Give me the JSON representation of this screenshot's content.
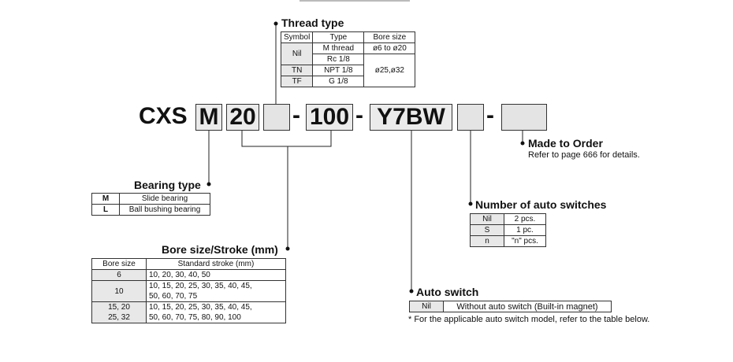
{
  "code": {
    "prefix": "CXS",
    "boxes": [
      "M",
      "20",
      "",
      "100",
      "Y7BW",
      "",
      ""
    ],
    "dash": "-"
  },
  "thread_type": {
    "heading": "Thread type",
    "headers": [
      "Symbol",
      "Type",
      "Bore size"
    ],
    "rows": [
      {
        "symbol": "Nil",
        "type": "M thread",
        "bore": "ø6 to ø20"
      },
      {
        "symbol": "",
        "type": "Rc 1/8",
        "bore": ""
      },
      {
        "symbol": "TN",
        "type": "NPT 1/8",
        "bore": "ø25,ø32"
      },
      {
        "symbol": "TF",
        "type": "G 1/8",
        "bore": ""
      }
    ]
  },
  "made_to_order": {
    "heading": "Made to Order",
    "note": "Refer to page 666 for details."
  },
  "bearing_type": {
    "heading": "Bearing type",
    "rows": [
      {
        "symbol": "M",
        "desc": "Slide bearing"
      },
      {
        "symbol": "L",
        "desc": "Ball bushing bearing"
      }
    ]
  },
  "auto_switch_count": {
    "heading": "Number of auto switches",
    "rows": [
      {
        "symbol": "Nil",
        "desc": "2 pcs."
      },
      {
        "symbol": "S",
        "desc": "1 pc."
      },
      {
        "symbol": "n",
        "desc": "\"n\" pcs."
      }
    ]
  },
  "bore_stroke": {
    "heading": "Bore size/Stroke (mm)",
    "headers": [
      "Bore size",
      "Standard stroke (mm)"
    ],
    "rows": [
      {
        "bore": "6",
        "stroke": "10, 20, 30, 40, 50"
      },
      {
        "bore": "10",
        "stroke": "10, 15, 20, 25, 30, 35, 40, 45,\n50, 60, 70, 75"
      },
      {
        "bore": "15, 20\n25, 32",
        "stroke": "10, 15, 20, 25, 30, 35, 40, 45,\n50, 60, 70, 75, 80, 90, 100"
      }
    ]
  },
  "auto_switch": {
    "heading": "Auto switch",
    "row": {
      "symbol": "Nil",
      "desc": "Without auto switch (Built-in magnet)"
    },
    "note": "* For the applicable auto switch model, refer to the table below."
  }
}
